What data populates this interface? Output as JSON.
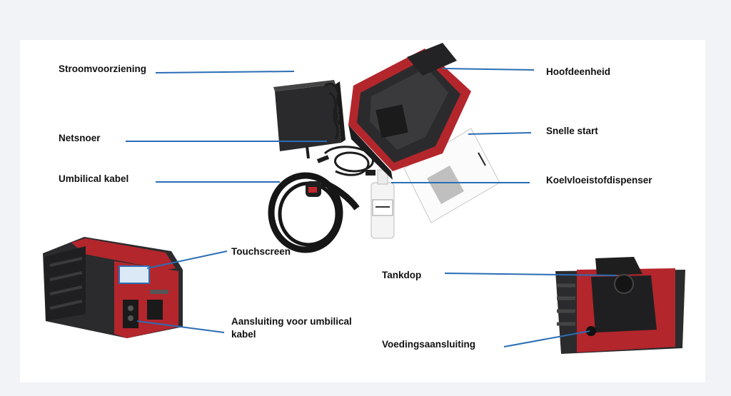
{
  "labels": {
    "stroomvoorziening": "Stroomvoorziening",
    "netsnoer": "Netsnoer",
    "umbilical_kabel": "Umbilical kabel",
    "hoofdeenheid": "Hoofdeenheid",
    "snelle_start": "Snelle start",
    "koelvloeistofdispenser": "Koelvloeistofdispenser",
    "touchscreen": "Touchscreen",
    "aansluiting": "Aansluiting voor umbilical kabel",
    "tankdop": "Tankdop",
    "voedingsaansluiting": "Voedingsaansluiting"
  },
  "colors": {
    "leader": "#2a6db5",
    "unit_red": "#b3262c",
    "unit_dark": "#2b2b2d"
  }
}
